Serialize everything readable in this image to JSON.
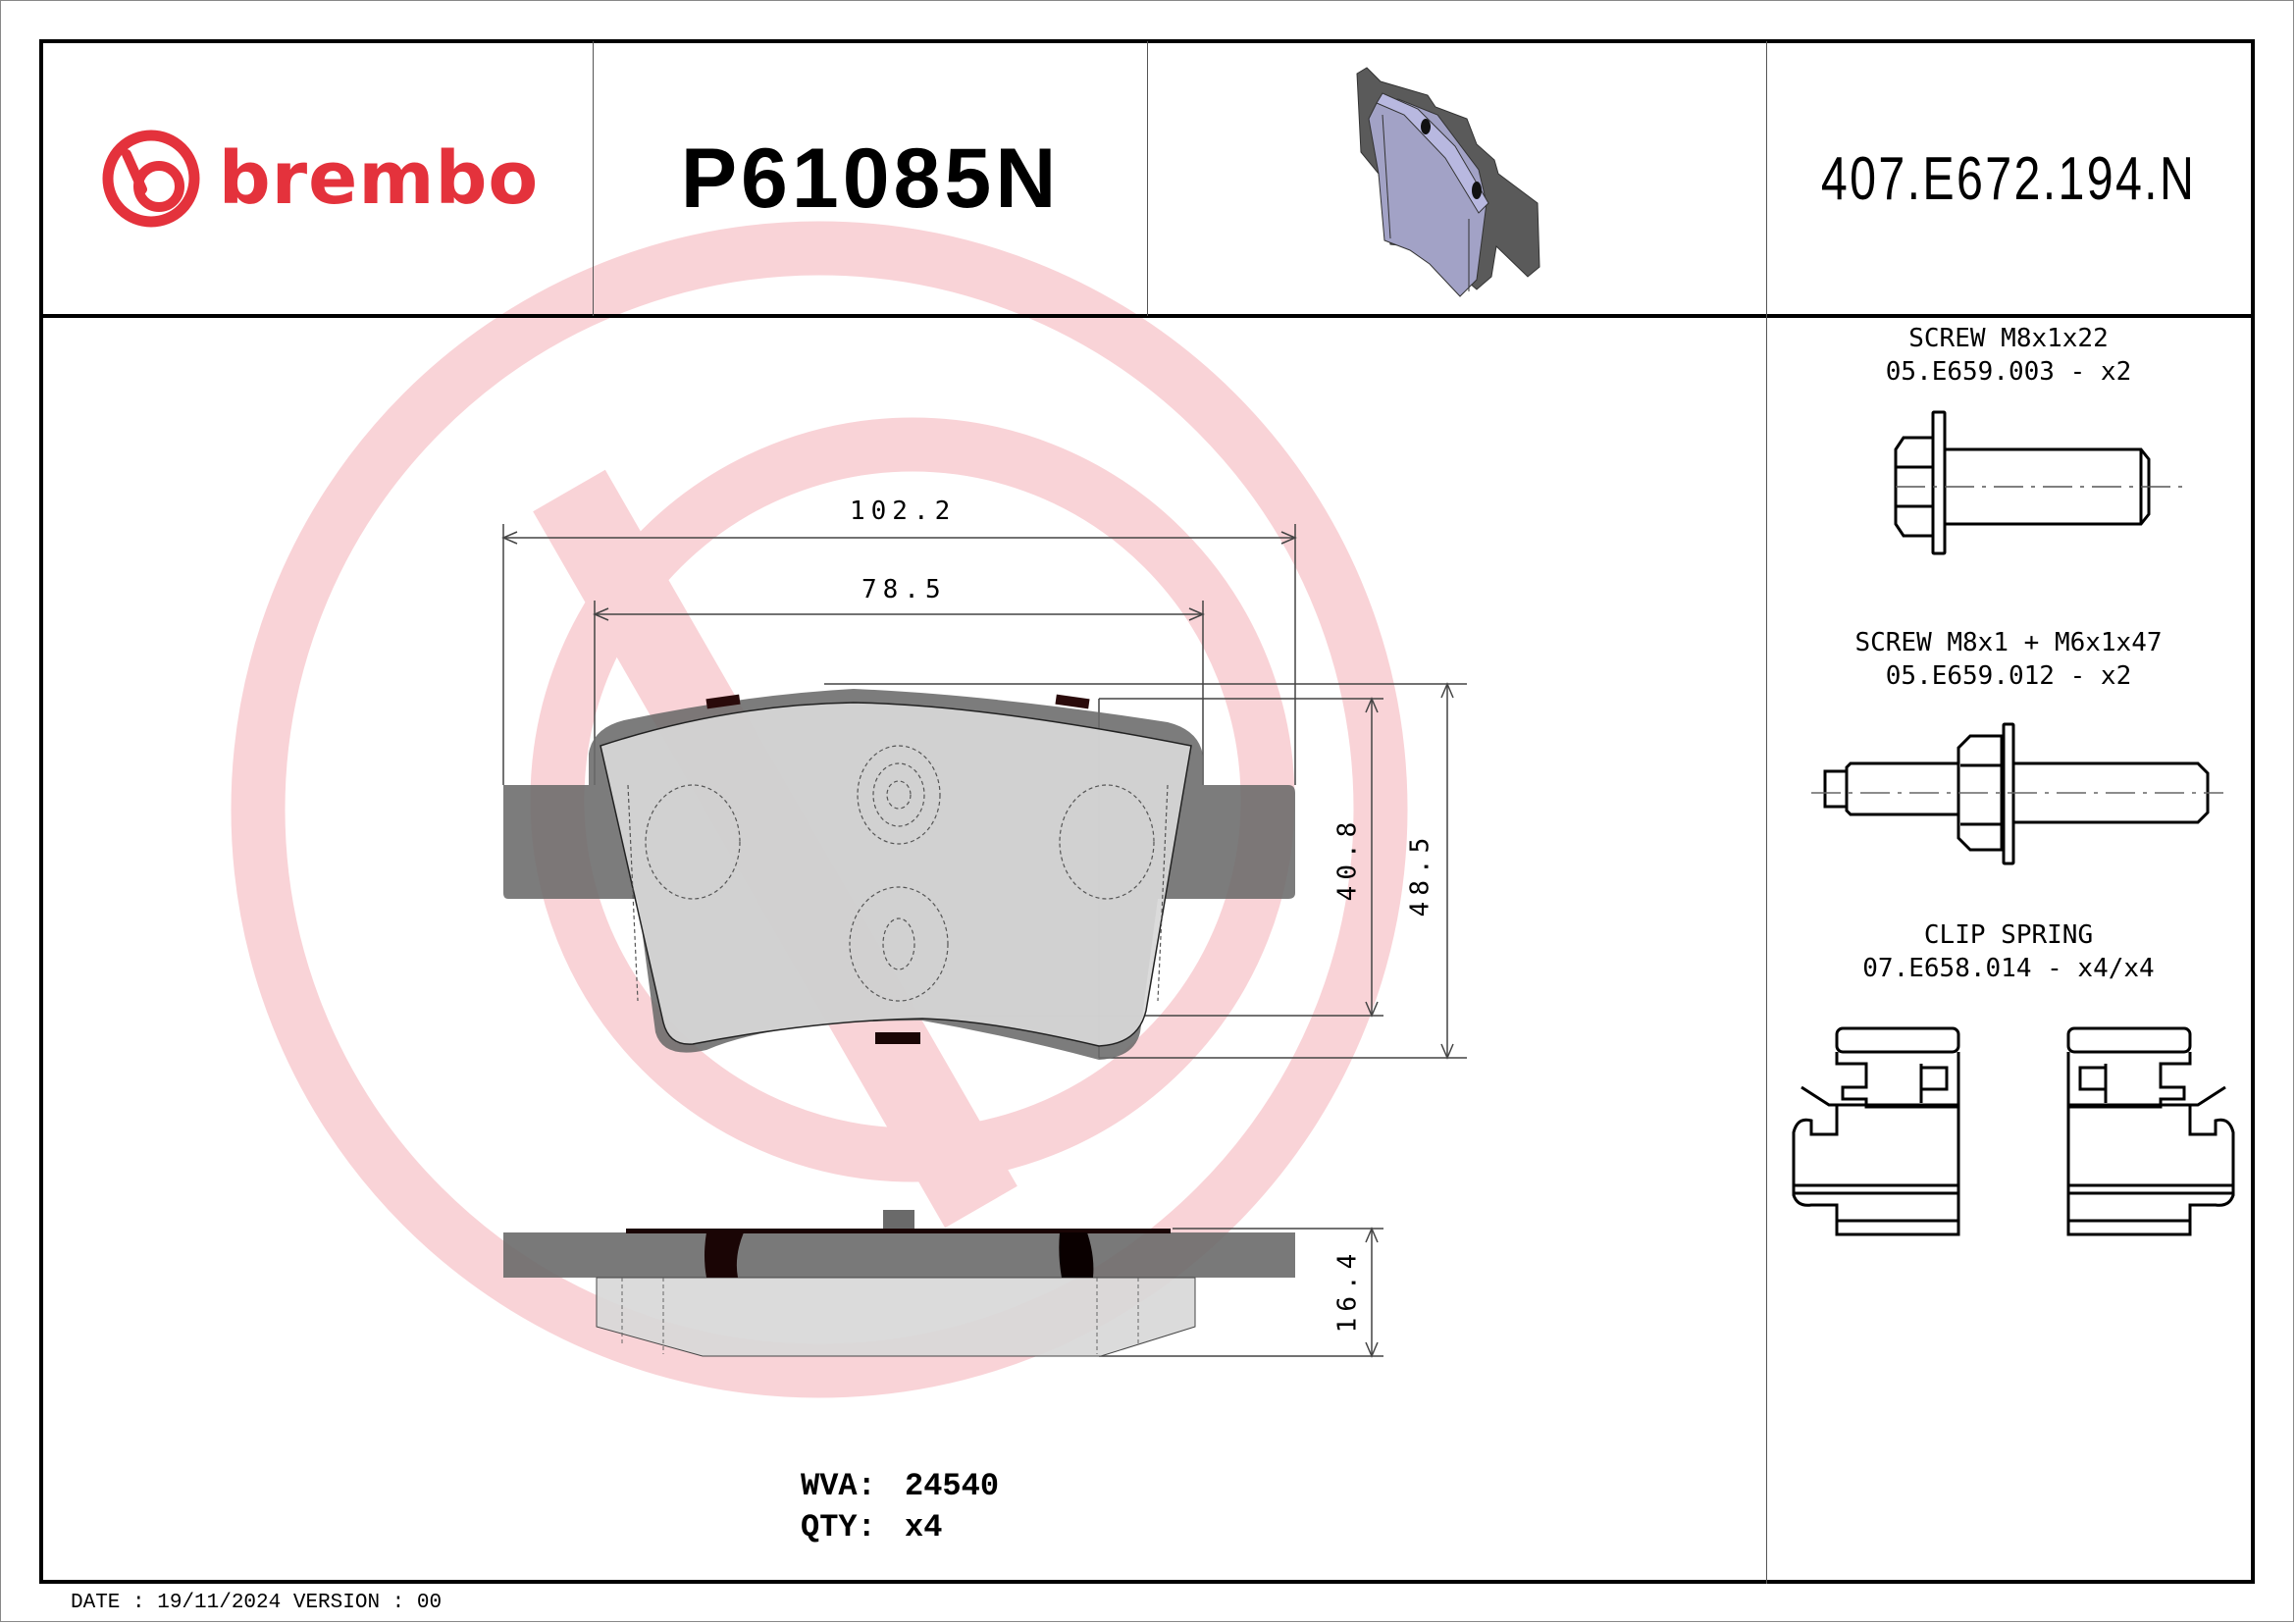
{
  "header": {
    "brand": "brembo",
    "brand_color": "#e4323c",
    "part_number": "P61085N",
    "reference_code": "407.E672.194.N",
    "product_image": "brake-pad-3d-render"
  },
  "drawing": {
    "watermark": "brembo-logo-watermark",
    "watermark_color": "#f8d0d4",
    "dimensions": {
      "overall_width": "102.2",
      "friction_width": "78.5",
      "friction_height": "40.8",
      "overall_height": "48.5",
      "thickness": "16.4"
    },
    "views": [
      "front-view",
      "side-view"
    ]
  },
  "info": {
    "wva_label": "WVA:",
    "wva_value": "24540",
    "qty_label": "QTY:",
    "qty_value": "x4"
  },
  "accessories": [
    {
      "name": "SCREW M8x1x22",
      "code": "05.E659.003 - x2",
      "icon": "flange-bolt-icon"
    },
    {
      "name": "SCREW M8x1 + M6x1x47",
      "code": "05.E659.012 - x2",
      "icon": "double-thread-bolt-icon"
    },
    {
      "name": "CLIP SPRING",
      "code": "07.E658.014 - x4/x4",
      "icon": "clip-spring-icon"
    }
  ],
  "footer": {
    "date_version": "DATE : 19/11/2024 VERSION : 00"
  }
}
